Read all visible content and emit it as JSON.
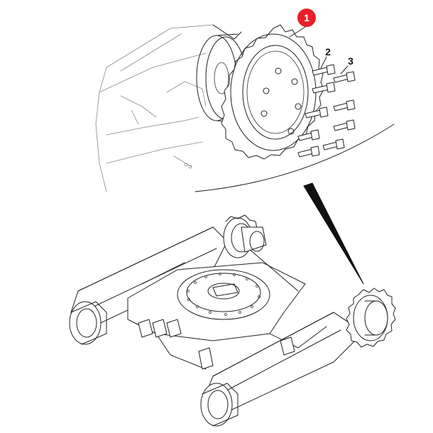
{
  "callouts": {
    "one": "1",
    "two": "2",
    "three": "3"
  },
  "colors": {
    "badge": "#e8202a",
    "line": "#222222",
    "pointer": "#111111"
  }
}
